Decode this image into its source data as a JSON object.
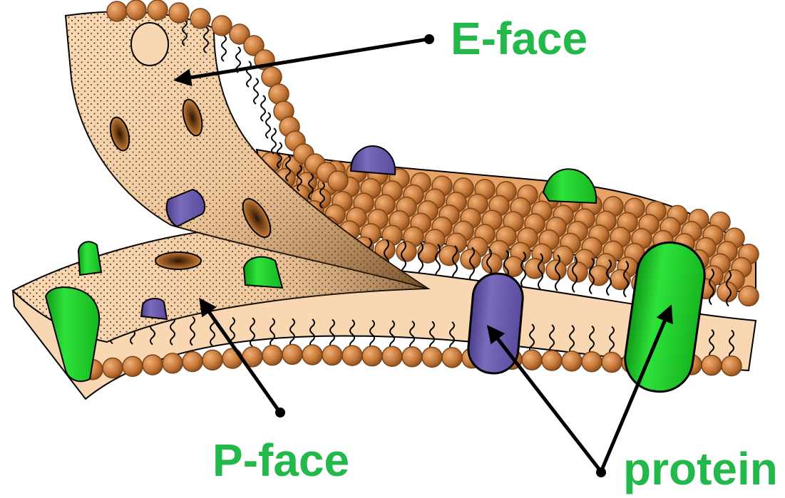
{
  "labels": {
    "e_face": "E-face",
    "p_face": "P-face",
    "protein": "protein"
  },
  "colors": {
    "label_green": "#22b84a",
    "membrane_interior": "#f8d7b2",
    "lipid_head": "#c87a3b",
    "lipid_head_outline": "#7a4418",
    "protein_green": "#1ccc2a",
    "protein_purple": "#6a5aa8",
    "outline": "#000000"
  }
}
